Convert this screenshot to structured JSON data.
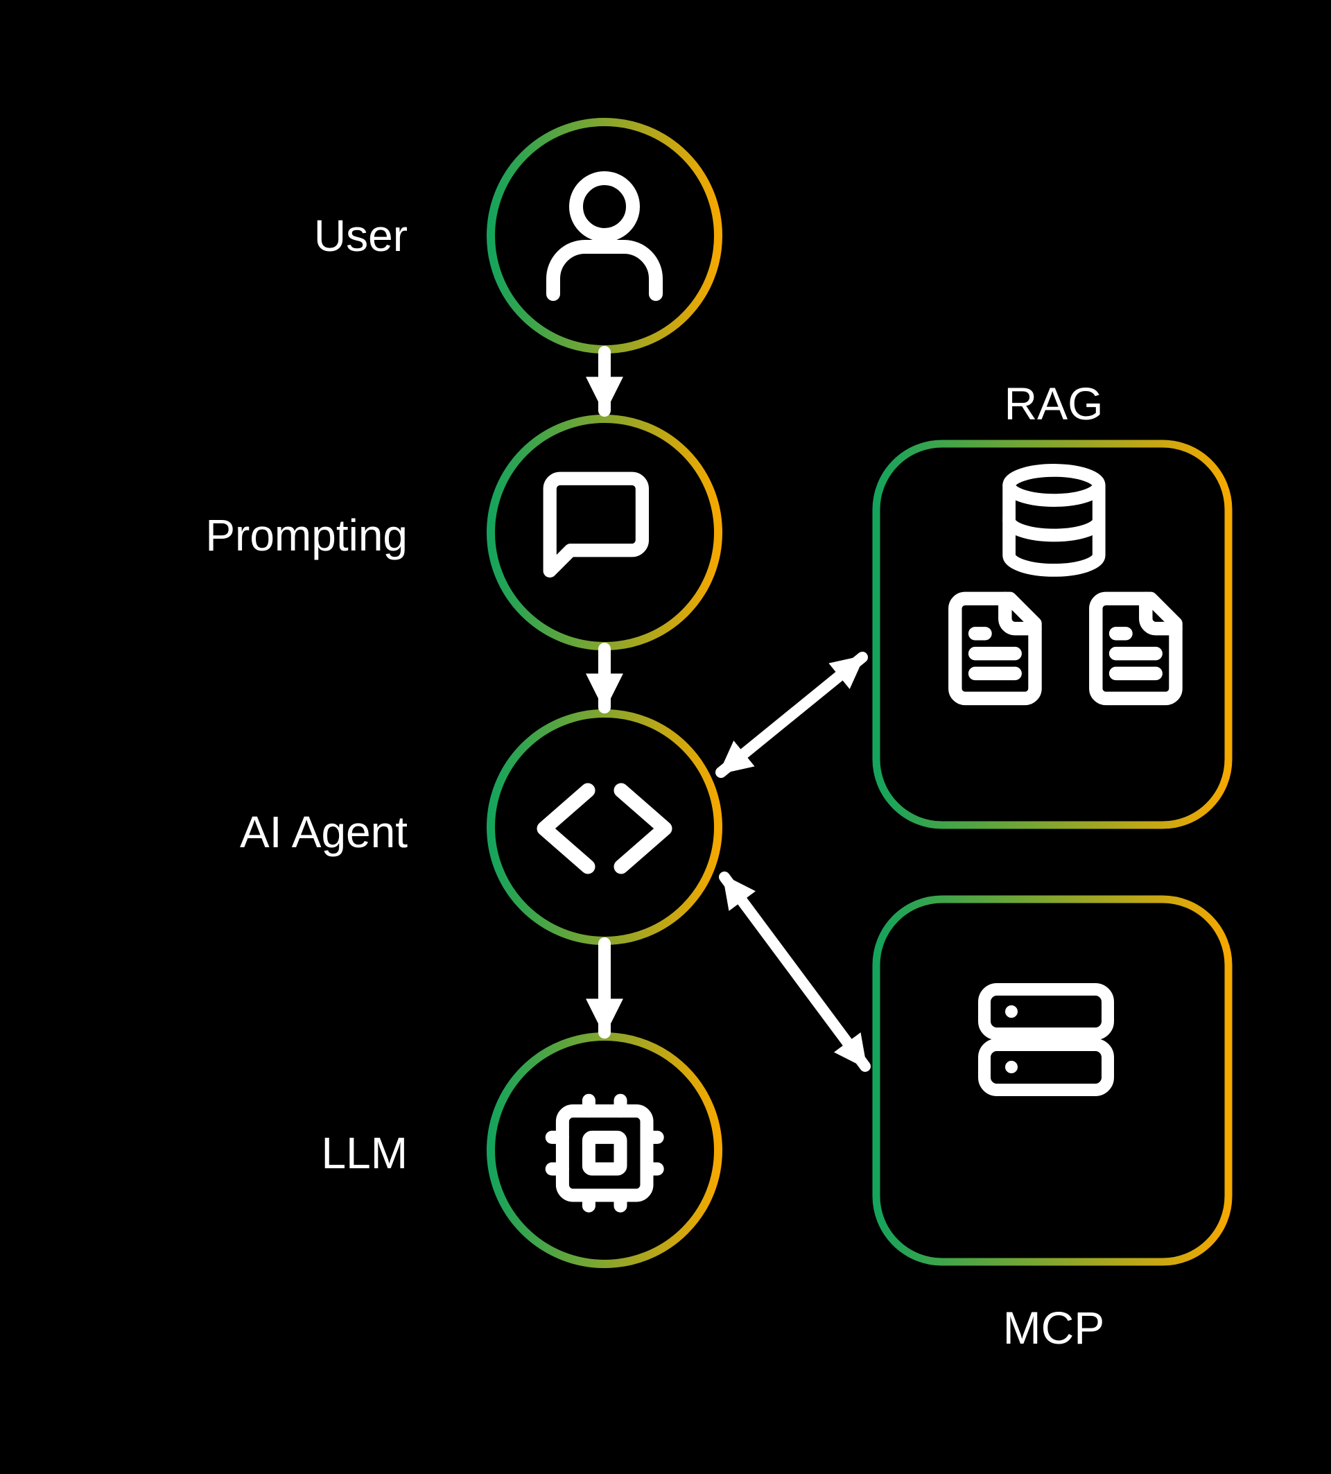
{
  "canvas": {
    "background": "#000000"
  },
  "palette": {
    "gradient_start": "#15a45c",
    "gradient_end": "#f5a800",
    "icon_color": "#ffffff",
    "arrow_color": "#ffffff",
    "text_color": "#ffffff"
  },
  "flow_nodes": [
    {
      "id": "user",
      "label": "User",
      "icon": "person-icon"
    },
    {
      "id": "prompting",
      "label": "Prompting",
      "icon": "chat-bubble-icon"
    },
    {
      "id": "ai_agent",
      "label": "AI Agent",
      "icon": "code-brackets-icon"
    },
    {
      "id": "llm",
      "label": "LLM",
      "icon": "cpu-chip-icon"
    }
  ],
  "side_boxes": [
    {
      "id": "rag",
      "label": "RAG",
      "label_position": "above",
      "icons": [
        "database-icon",
        "document-icon",
        "document-icon"
      ]
    },
    {
      "id": "mcp",
      "label": "MCP",
      "label_position": "below",
      "icons": [
        "server-icon"
      ]
    }
  ],
  "connections": [
    {
      "from": "user",
      "to": "prompting",
      "style": "single-arrow-down"
    },
    {
      "from": "prompting",
      "to": "ai_agent",
      "style": "single-arrow-down"
    },
    {
      "from": "ai_agent",
      "to": "llm",
      "style": "single-arrow-down"
    },
    {
      "from": "ai_agent",
      "to": "rag",
      "style": "double-arrow"
    },
    {
      "from": "ai_agent",
      "to": "mcp",
      "style": "double-arrow"
    }
  ]
}
